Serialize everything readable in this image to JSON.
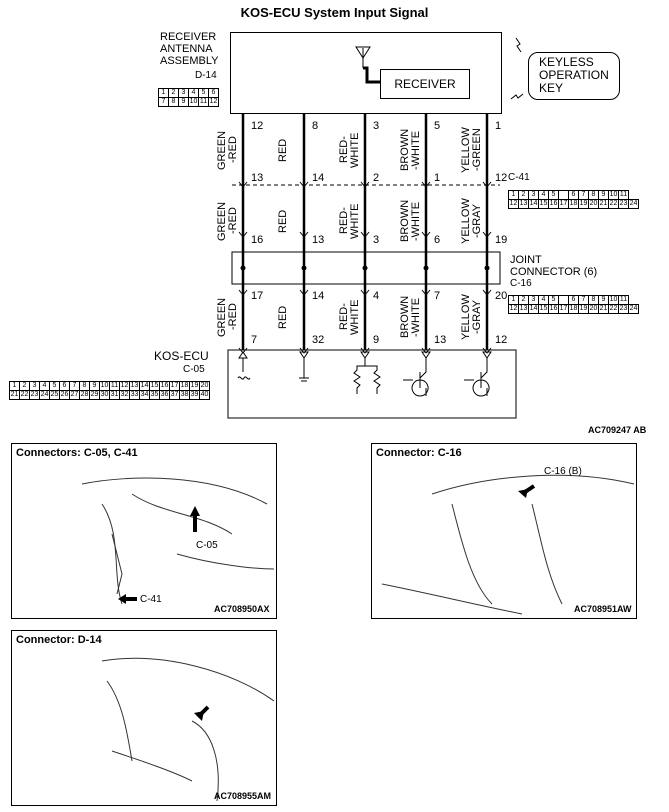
{
  "title": "KOS-ECU System Input Signal",
  "receiver_assembly": {
    "label_line1": "RECEIVER",
    "label_line2": "ANTENNA",
    "label_line3": "ASSEMBLY",
    "code": "D-14",
    "receiver_label": "RECEIVER",
    "connector_rows": [
      [
        "1",
        "2",
        "3",
        "4",
        "5",
        "6"
      ],
      [
        "7",
        "8",
        "9",
        "10",
        "11",
        "12"
      ]
    ]
  },
  "keyless_key": {
    "line1": "KEYLESS",
    "line2": "OPERATION",
    "line3": "KEY"
  },
  "connector_c41": {
    "code": "C-41",
    "rows": [
      [
        "1",
        "2",
        "3",
        "4",
        "5",
        "",
        "6",
        "7",
        "8",
        "9",
        "10",
        "11"
      ],
      [
        "12",
        "13",
        "14",
        "15",
        "16",
        "17",
        "18",
        "19",
        "20",
        "21",
        "22",
        "23",
        "24"
      ]
    ]
  },
  "joint_connector": {
    "line1": "JOINT",
    "line2": "CONNECTOR (6)",
    "code": "C-16",
    "rows": [
      [
        "1",
        "2",
        "3",
        "4",
        "5",
        "",
        "6",
        "7",
        "8",
        "9",
        "10",
        "11"
      ],
      [
        "12",
        "13",
        "14",
        "15",
        "16",
        "17",
        "18",
        "19",
        "20",
        "21",
        "22",
        "23",
        "24"
      ]
    ]
  },
  "kos_ecu": {
    "label": "KOS-ECU",
    "code": "C-05",
    "rows": [
      [
        "1",
        "2",
        "3",
        "4",
        "5",
        "6",
        "7",
        "8",
        "9",
        "10",
        "11",
        "12",
        "13",
        "14",
        "15",
        "16",
        "17",
        "18",
        "19",
        "20"
      ],
      [
        "21",
        "22",
        "23",
        "24",
        "25",
        "26",
        "27",
        "28",
        "29",
        "30",
        "31",
        "32",
        "33",
        "34",
        "35",
        "36",
        "37",
        "38",
        "39",
        "40"
      ]
    ]
  },
  "wires": [
    {
      "color_top": "GREEN\n-RED",
      "color_mid": "GREEN\n-RED",
      "color_bot": "GREEN\n-RED",
      "p_d14": "12",
      "p_c41a": "13",
      "p_c41b": "16",
      "p_c16": "17",
      "p_c05": "7"
    },
    {
      "color_top": "RED",
      "color_mid": "RED",
      "color_bot": "RED",
      "p_d14": "8",
      "p_c41a": "14",
      "p_c41b": "13",
      "p_c16": "14",
      "p_c05": "32"
    },
    {
      "color_top": "RED-\nWHITE",
      "color_mid": "RED-\nWHITE",
      "color_bot": "RED-\nWHITE",
      "p_d14": "3",
      "p_c41a": "2",
      "p_c41b": "3",
      "p_c16": "4",
      "p_c05": "9"
    },
    {
      "color_top": "BROWN\n-WHITE",
      "color_mid": "BROWN\n-WHITE",
      "color_bot": "BROWN\n-WHITE",
      "p_d14": "5",
      "p_c41a": "1",
      "p_c41b": "6",
      "p_c16": "7",
      "p_c05": "13"
    },
    {
      "color_top": "YELLOW\n-GREEN",
      "color_mid": "YELLOW\n-GRAY",
      "color_bot": "YELLOW\n-GRAY",
      "p_d14": "1",
      "p_c41a": "12",
      "p_c41b": "19",
      "p_c16": "20",
      "p_c05": "12"
    }
  ],
  "diagram_ref": "AC709247 AB",
  "panels": [
    {
      "title": "Connectors: C-05, C-41",
      "callouts": [
        "C-05",
        "C-41"
      ],
      "ref": "AC708950AX"
    },
    {
      "title": "Connector: C-16",
      "callouts": [
        "C-16 (B)"
      ],
      "ref": "AC708951AW"
    },
    {
      "title": "Connector: D-14",
      "callouts": [],
      "ref": "AC708955AM"
    }
  ]
}
